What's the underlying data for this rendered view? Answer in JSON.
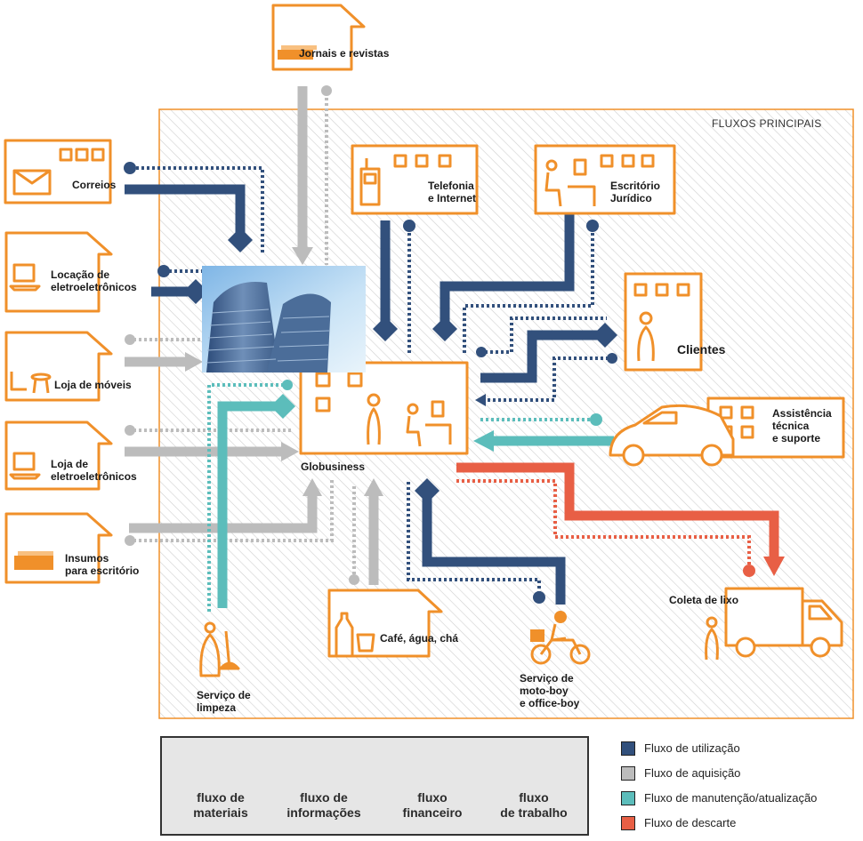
{
  "frame_title": "FLUXOS PRINCIPAIS",
  "colors": {
    "orange": "#f0902a",
    "utilizacao": "#32507c",
    "aquisicao": "#bcbcbc",
    "manutencao": "#5cbdbb",
    "descarte": "#e85f45",
    "hatch": "#cfcfcf"
  },
  "nodes": {
    "jornais": {
      "label": "Jornais e revistas",
      "icon": "newspaper-icon"
    },
    "correios": {
      "label": "Correios",
      "icon": "envelope-icon"
    },
    "locacao": {
      "line1": "Locação de",
      "line2": "eletroeletrônicos",
      "icon": "laptop-icon"
    },
    "loja_moveis": {
      "label": "Loja de móveis",
      "icon": "furniture-icon"
    },
    "loja_eletro": {
      "line1": "Loja de",
      "line2": "eletroeletrônicos",
      "icon": "laptop-icon"
    },
    "insumos": {
      "line1": "Insumos",
      "line2": "para escritório",
      "icon": "paper-stack-icon"
    },
    "telefonia": {
      "line1": "Telefonia",
      "line2": "e Internet",
      "icon": "phone-icon"
    },
    "juridico": {
      "line1": "Escritório",
      "line2": "Jurídico",
      "icon": "desk-person-icon"
    },
    "clientes": {
      "label": "Clientes",
      "icon": "person-icon"
    },
    "assistencia": {
      "line1": "Assistência",
      "line2": "técnica",
      "line3": "e suporte",
      "icon": "car-icon"
    },
    "globusiness": {
      "label": "Globusiness",
      "icon": "building-photo"
    },
    "limpeza": {
      "line1": "Serviço de",
      "line2": "limpeza",
      "icon": "cleaner-icon"
    },
    "cafe": {
      "label": "Café, água, chá",
      "icon": "bottle-cup-icon"
    },
    "motoboy": {
      "line1": "Serviço de",
      "line2": "moto-boy",
      "line3": "e office-boy",
      "icon": "motorcycle-icon"
    },
    "coleta": {
      "label": "Coleta de lixo",
      "icon": "truck-icon"
    }
  },
  "arrow_types": [
    {
      "line1": "fluxo",
      "line2": "de",
      "line3": "materiais"
    },
    {
      "line1": "fluxo de",
      "line2": "informações"
    },
    {
      "line1": "fluxo",
      "line2": "financeiro"
    },
    {
      "line1": "fluxo",
      "line2": "de trabalho"
    }
  ],
  "flow_legend": [
    {
      "label": "Fluxo de utilização",
      "color": "#32507c"
    },
    {
      "label": "Fluxo de aquisição",
      "color": "#bcbcbc"
    },
    {
      "label": "Fluxo de manutenção/atualização",
      "color": "#5cbdbb"
    },
    {
      "label": "Fluxo de descarte",
      "color": "#e85f45"
    }
  ]
}
